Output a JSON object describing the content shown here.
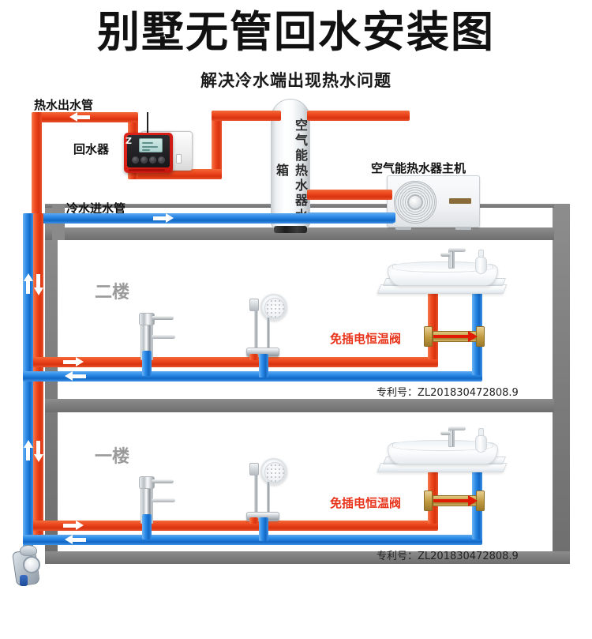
{
  "header": {
    "title": "别墅无管回水安装图",
    "subtitle": "解决冷水端出现热水问题"
  },
  "labels": {
    "hot_outlet_pipe": "热水出水管",
    "return_device": "回水器",
    "cold_inlet_pipe": "冷水进水管",
    "tank": "空气能热水器水箱",
    "heat_pump": "空气能热水器主机",
    "floor_2": "二楼",
    "floor_1": "一楼",
    "valve_floor2": "免插电恒温阀",
    "valve_floor1": "免插电恒温阀",
    "patent_floor2": "专利号：ZL201830472808.9",
    "patent_floor1": "专利号：ZL201830472808.9"
  },
  "device": {
    "brand_mark": "Z"
  },
  "colors": {
    "hot_pipe": "#ef4a20",
    "cold_pipe": "#2b8ae8",
    "wall": "#808080",
    "accent_red": "#e8341b",
    "floor_label": "#9a9a9a",
    "valve_brass": "#c8a451"
  },
  "icons": {
    "arrow_right": "arrow-right-icon",
    "arrow_left": "arrow-left-icon",
    "arrow_up": "arrow-up-icon",
    "arrow_down": "arrow-down-icon",
    "water_meter": "water-meter-icon",
    "fan": "fan-icon"
  }
}
